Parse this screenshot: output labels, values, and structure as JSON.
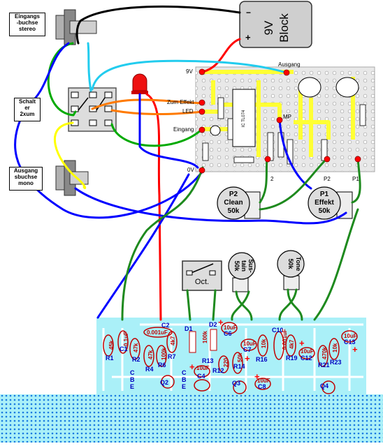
{
  "battery": {
    "label_line1": "9V",
    "label_line2": "Block",
    "minus": "−",
    "plus": "+"
  },
  "jacks": {
    "input": {
      "line1": "Eingangs",
      "line2": "-buchse",
      "line3": "stereo"
    },
    "output": {
      "line1": "Ausgang",
      "line2": "sbuchse",
      "line3": "mono"
    }
  },
  "switch": {
    "line1": "Schalt",
    "line2": "er",
    "line3": "2xum"
  },
  "board_pins": {
    "v9": "9V",
    "zum_effekt": "Zum Effekt",
    "led": "LED",
    "eingang": "Eingang",
    "v0": "0V",
    "ausgang": "Ausgang",
    "mp": "MP",
    "p2": "P2",
    "p1": "P1",
    "two": "2"
  },
  "ic_label": "IC TL074",
  "pots": {
    "p2": {
      "line1": "P2",
      "line2": "Clean",
      "line3": "50k"
    },
    "p1": {
      "line1": "P1",
      "line2": "Effekt",
      "line3": "50k"
    },
    "sustain": {
      "line1": "Sus-",
      "line2": "tain",
      "line3": "50k"
    },
    "tone": {
      "line1": "Tone",
      "line2": "50k"
    }
  },
  "oct_switch": "Oct.",
  "pcb_components": [
    {
      "ref": "R1",
      "value": "45k"
    },
    {
      "ref": "C1",
      "value": "0.1uF"
    },
    {
      "ref": "R2",
      "value": "47k"
    },
    {
      "ref": "C2",
      "value": "0.001uF"
    },
    {
      "ref": "R4",
      "value": "47k"
    },
    {
      "ref": "R6",
      "value": "100k"
    },
    {
      "ref": "R7",
      "value": "4k7"
    },
    {
      "ref": "D1",
      "value": ""
    },
    {
      "ref": "D2",
      "value": ""
    },
    {
      "ref": "R13",
      "value": "100k"
    },
    {
      "ref": "C6",
      "value": "10uF"
    },
    {
      "ref": "C4",
      "value": "10uF"
    },
    {
      "ref": "R12",
      "value": "220"
    },
    {
      "ref": "R14",
      "value": "50k"
    },
    {
      "ref": "C7",
      "value": "10uF"
    },
    {
      "ref": "R16",
      "value": "10k"
    },
    {
      "ref": "C8",
      "value": "10uF"
    },
    {
      "ref": "C10",
      "value": "0.001uF"
    },
    {
      "ref": "R19",
      "value": "4k7"
    },
    {
      "ref": "C12",
      "value": "10uF"
    },
    {
      "ref": "R21",
      "value": "470k"
    },
    {
      "ref": "R23",
      "value": "10k"
    },
    {
      "ref": "C13",
      "value": "10uF"
    }
  ],
  "transistors": [
    "Q2",
    "Q3",
    "Q4"
  ],
  "cbe_labels": [
    "C",
    "B",
    "E"
  ],
  "colors": {
    "wire_black": "#000000",
    "wire_red": "#ff0000",
    "wire_blue": "#0000ff",
    "wire_green": "#00aa00",
    "wire_cyan": "#22ccee",
    "wire_yellow": "#ffff00",
    "wire_orange": "#ff7a00",
    "wire_darkgreen": "#1e8a1e",
    "battery_grey": "#cfcfcf",
    "stripboard_yellow": "#ffff33",
    "pcb_cyan": "#aaf0f8",
    "pcb_dot": "#2288ee"
  }
}
